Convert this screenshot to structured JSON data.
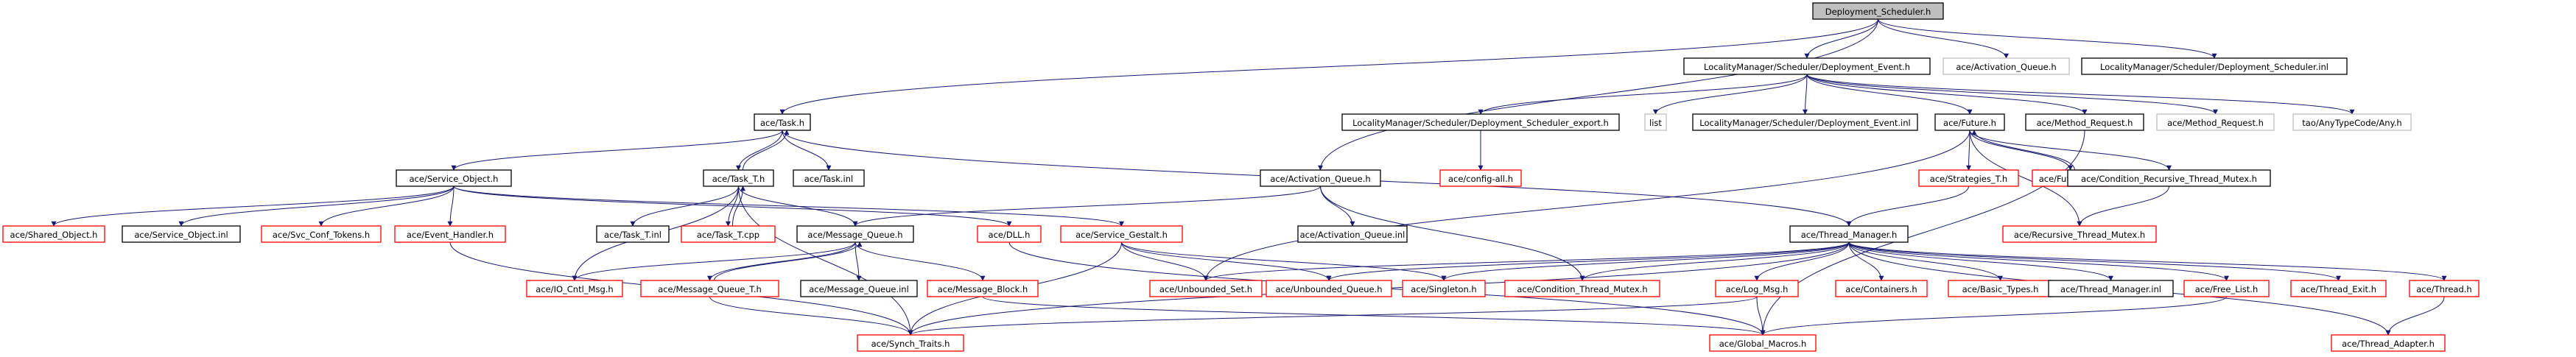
{
  "colors": {
    "internal": "#000000",
    "missing": "#ff0000",
    "external": "#bfbfbf",
    "root_fill": "#bfbfbf",
    "edge": "#191970"
  },
  "nodes": [
    {
      "id": "n1",
      "label": "Deployment_Scheduler.h",
      "kind": "root"
    },
    {
      "id": "n2",
      "label": "LocalityManager/Scheduler/Deployment_Event.h",
      "kind": "internal"
    },
    {
      "id": "n3",
      "label": "ace/Activation_Queue.h",
      "kind": "external"
    },
    {
      "id": "n4",
      "label": "LocalityManager/Scheduler/Deployment_Scheduler.inl",
      "kind": "internal"
    },
    {
      "id": "n5",
      "label": "ace/Task.h",
      "kind": "internal"
    },
    {
      "id": "n6",
      "label": "LocalityManager/Scheduler/Deployment_Scheduler_export.h",
      "kind": "internal"
    },
    {
      "id": "n7",
      "label": "list",
      "kind": "external"
    },
    {
      "id": "n8",
      "label": "LocalityManager/Scheduler/Deployment_Event.inl",
      "kind": "internal"
    },
    {
      "id": "n9",
      "label": "ace/Future.h",
      "kind": "internal"
    },
    {
      "id": "n10",
      "label": "ace/Method_Request.h",
      "kind": "internal"
    },
    {
      "id": "n11",
      "label": "ace/Method_Request.h",
      "kind": "external"
    },
    {
      "id": "n12",
      "label": "tao/AnyTypeCode/Any.h",
      "kind": "external"
    },
    {
      "id": "n13",
      "label": "ace/Service_Object.h",
      "kind": "internal"
    },
    {
      "id": "n14",
      "label": "ace/Task_T.h",
      "kind": "internal"
    },
    {
      "id": "n15",
      "label": "ace/Task.inl",
      "kind": "internal"
    },
    {
      "id": "n16",
      "label": "ace/config-all.h",
      "kind": "missing"
    },
    {
      "id": "n17",
      "label": "ace/Activation_Queue.h",
      "kind": "internal"
    },
    {
      "id": "n18",
      "label": "ace/Strategies_T.h",
      "kind": "missing"
    },
    {
      "id": "n19",
      "label": "ace/Future.cpp",
      "kind": "missing"
    },
    {
      "id": "n20",
      "label": "ace/Condition_Recursive_Thread_Mutex.h",
      "kind": "internal"
    },
    {
      "id": "n21",
      "label": "ace/Shared_Object.h",
      "kind": "missing"
    },
    {
      "id": "n22",
      "label": "ace/Service_Object.inl",
      "kind": "internal"
    },
    {
      "id": "n23",
      "label": "ace/Svc_Conf_Tokens.h",
      "kind": "missing"
    },
    {
      "id": "n24",
      "label": "ace/Event_Handler.h",
      "kind": "missing"
    },
    {
      "id": "n25",
      "label": "ace/Task_T.inl",
      "kind": "internal"
    },
    {
      "id": "n26",
      "label": "ace/Task_T.cpp",
      "kind": "missing"
    },
    {
      "id": "n27",
      "label": "ace/Message_Queue.h",
      "kind": "internal"
    },
    {
      "id": "n28",
      "label": "ace/DLL.h",
      "kind": "missing"
    },
    {
      "id": "n29",
      "label": "ace/Service_Gestalt.h",
      "kind": "missing"
    },
    {
      "id": "n30",
      "label": "ace/Activation_Queue.inl",
      "kind": "internal"
    },
    {
      "id": "n31",
      "label": "ace/Thread_Manager.h",
      "kind": "internal"
    },
    {
      "id": "n32",
      "label": "ace/Recursive_Thread_Mutex.h",
      "kind": "missing"
    },
    {
      "id": "n33",
      "label": "ace/IO_Cntl_Msg.h",
      "kind": "missing"
    },
    {
      "id": "n34",
      "label": "ace/Message_Queue_T.h",
      "kind": "missing"
    },
    {
      "id": "n35",
      "label": "ace/Message_Queue.inl",
      "kind": "internal"
    },
    {
      "id": "n36",
      "label": "ace/Message_Block.h",
      "kind": "missing"
    },
    {
      "id": "n37",
      "label": "ace/Unbounded_Set.h",
      "kind": "missing"
    },
    {
      "id": "n38",
      "label": "ace/Unbounded_Queue.h",
      "kind": "missing"
    },
    {
      "id": "n39",
      "label": "ace/Singleton.h",
      "kind": "missing"
    },
    {
      "id": "n40",
      "label": "ace/Condition_Thread_Mutex.h",
      "kind": "missing"
    },
    {
      "id": "n41",
      "label": "ace/Log_Msg.h",
      "kind": "missing"
    },
    {
      "id": "n42",
      "label": "ace/Containers.h",
      "kind": "missing"
    },
    {
      "id": "n43",
      "label": "ace/Basic_Types.h",
      "kind": "missing"
    },
    {
      "id": "n44",
      "label": "ace/Thread_Manager.inl",
      "kind": "internal"
    },
    {
      "id": "n45",
      "label": "ace/Free_List.h",
      "kind": "missing"
    },
    {
      "id": "n46",
      "label": "ace/Thread_Exit.h",
      "kind": "missing"
    },
    {
      "id": "n47",
      "label": "ace/Thread.h",
      "kind": "missing"
    },
    {
      "id": "n48",
      "label": "ace/Synch_Traits.h",
      "kind": "missing"
    },
    {
      "id": "n49",
      "label": "ace/Global_Macros.h",
      "kind": "missing"
    },
    {
      "id": "n50",
      "label": "ace/Thread_Adapter.h",
      "kind": "missing"
    }
  ],
  "edges": [
    [
      "n1",
      "n2"
    ],
    [
      "n1",
      "n3"
    ],
    [
      "n1",
      "n4"
    ],
    [
      "n1",
      "n5"
    ],
    [
      "n1",
      "n17"
    ],
    [
      "n2",
      "n6"
    ],
    [
      "n2",
      "n7"
    ],
    [
      "n2",
      "n8"
    ],
    [
      "n2",
      "n9"
    ],
    [
      "n2",
      "n10"
    ],
    [
      "n2",
      "n11"
    ],
    [
      "n2",
      "n12"
    ],
    [
      "n5",
      "n13"
    ],
    [
      "n5",
      "n14"
    ],
    [
      "n5",
      "n15"
    ],
    [
      "n5",
      "n31"
    ],
    [
      "n6",
      "n16"
    ],
    [
      "n9",
      "n18"
    ],
    [
      "n9",
      "n19"
    ],
    [
      "n9",
      "n20"
    ],
    [
      "n9",
      "n32"
    ],
    [
      "n9",
      "n37"
    ],
    [
      "n10",
      "n49"
    ],
    [
      "n13",
      "n21"
    ],
    [
      "n13",
      "n22"
    ],
    [
      "n13",
      "n23"
    ],
    [
      "n13",
      "n24"
    ],
    [
      "n13",
      "n28"
    ],
    [
      "n13",
      "n29"
    ],
    [
      "n14",
      "n25"
    ],
    [
      "n14",
      "n26"
    ],
    [
      "n14",
      "n27"
    ],
    [
      "n14",
      "n33"
    ],
    [
      "n14",
      "n48"
    ],
    [
      "n14",
      "n5"
    ],
    [
      "n26",
      "n14"
    ],
    [
      "n19",
      "n9"
    ],
    [
      "n17",
      "n27"
    ],
    [
      "n17",
      "n30"
    ],
    [
      "n17",
      "n40"
    ],
    [
      "n18",
      "n31"
    ],
    [
      "n20",
      "n32"
    ],
    [
      "n24",
      "n48"
    ],
    [
      "n27",
      "n33"
    ],
    [
      "n27",
      "n34"
    ],
    [
      "n27",
      "n35"
    ],
    [
      "n27",
      "n36"
    ],
    [
      "n34",
      "n27"
    ],
    [
      "n34",
      "n48"
    ],
    [
      "n36",
      "n49"
    ],
    [
      "n28",
      "n49"
    ],
    [
      "n29",
      "n37"
    ],
    [
      "n29",
      "n38"
    ],
    [
      "n29",
      "n39"
    ],
    [
      "n29",
      "n48"
    ],
    [
      "n31",
      "n37"
    ],
    [
      "n31",
      "n38"
    ],
    [
      "n31",
      "n39"
    ],
    [
      "n31",
      "n40"
    ],
    [
      "n31",
      "n41"
    ],
    [
      "n31",
      "n42"
    ],
    [
      "n31",
      "n43"
    ],
    [
      "n31",
      "n44"
    ],
    [
      "n31",
      "n45"
    ],
    [
      "n31",
      "n46"
    ],
    [
      "n31",
      "n47"
    ],
    [
      "n31",
      "n48"
    ],
    [
      "n31",
      "n50"
    ],
    [
      "n41",
      "n48"
    ],
    [
      "n41",
      "n49"
    ],
    [
      "n45",
      "n49"
    ],
    [
      "n47",
      "n50"
    ]
  ]
}
